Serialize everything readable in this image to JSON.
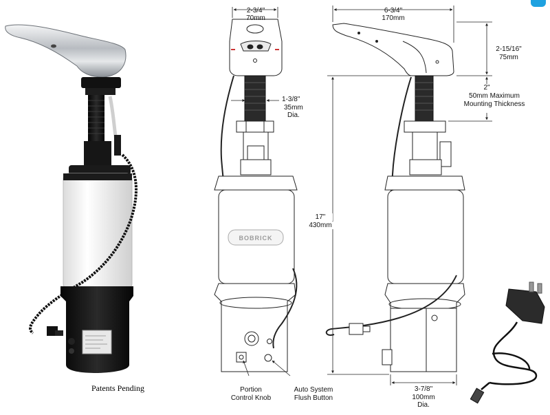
{
  "caption": "Patents Pending",
  "front_view": {
    "width_in": "2-3/4\"",
    "width_mm": "70mm",
    "shank_dia_in": "1-3/8\"",
    "shank_dia_mm": "35mm",
    "shank_dia_word": "Dia.",
    "bottle_brand": "BOBRICK",
    "portion_label_1": "Portion",
    "portion_label_2": "Control Knob",
    "flush_label_1": "Auto System",
    "flush_label_2": "Flush Button"
  },
  "side_view": {
    "length_in": "6-3/4\"",
    "length_mm": "170mm",
    "spout_height_in": "2-15/16\"",
    "spout_height_mm": "75mm",
    "mount_in": "2\"",
    "mount_line_1": "50mm Maximum",
    "mount_line_2": "Mounting Thickness",
    "overall_in": "17\"",
    "overall_mm": "430mm",
    "base_dia_in": "3-7/8\"",
    "base_dia_mm": "100mm",
    "base_dia_word": "Dia."
  },
  "colors": {
    "accent": "#1ea1e0",
    "line": "#222222",
    "chrome": "#c9ccd0",
    "body": "#f2f2f2",
    "black": "#141414"
  }
}
